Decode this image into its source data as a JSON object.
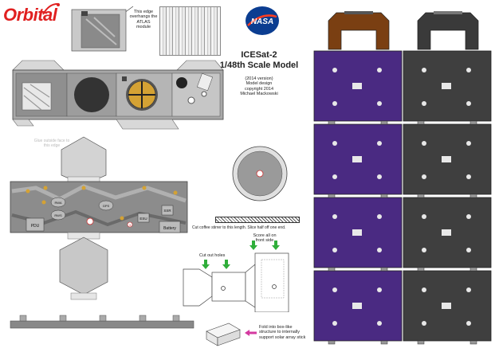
{
  "logo": {
    "text": "Orbital",
    "color": "#e02020"
  },
  "nasa": {
    "text": "NASA",
    "blue": "#0b3d91",
    "red": "#fc3d21"
  },
  "title": {
    "line1": "ICESat-2",
    "line2": "1/48th Scale Model"
  },
  "credits": [
    "(2014 version)",
    "Model design",
    "copyright 2014",
    "Michael Mackowski"
  ],
  "notes": {
    "edge": [
      "This edge",
      "overhangs the",
      "ATLAS",
      "module"
    ],
    "faint": [
      "Glue outside face to",
      "this edge"
    ],
    "stirrer": "Cut coffee stirrer to this length.  Slice half off one end.",
    "score": [
      "Score all on",
      "front side"
    ],
    "cutout": "Cut out holes",
    "fold": [
      "Fold into box-like",
      "structure to internally",
      "support solar array stick"
    ]
  },
  "labels": {
    "pdu": "PDU",
    "battery": "Battery",
    "ssr": "SSR",
    "esu": "ESU",
    "rws": "RWS",
    "rwa": "RWA",
    "gps": "GPS",
    "num": "3"
  },
  "colors": {
    "panel_purple": "#4a2a82",
    "panel_gray": "#3f3f3f",
    "yoke_brown": "#7a3f12",
    "yoke_gray": "#3a3a3a",
    "gold": "#d4a234",
    "arrow_green": "#2fae3a",
    "arrow_magenta": "#d43aa0"
  }
}
